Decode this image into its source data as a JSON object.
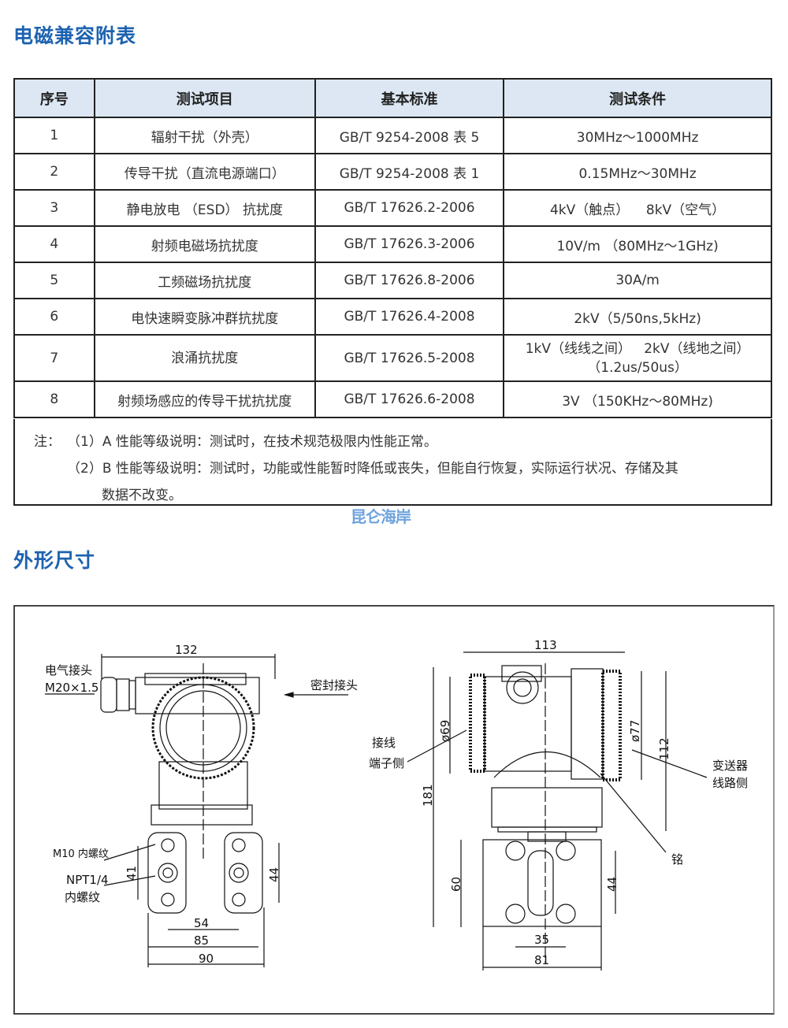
{
  "emc": {
    "title": "电磁兼容附表",
    "headers": [
      "序号",
      "测试项目",
      "基本标准",
      "测试条件"
    ],
    "rows": [
      [
        "1",
        "辐射干扰（外壳）",
        "GB/T 9254-2008 表 5",
        "30MHz～1000MHz"
      ],
      [
        "2",
        "传导干扰（直流电源端口）",
        "GB/T 9254-2008 表 1",
        "0.15MHz～30MHz"
      ],
      [
        "3",
        "静电放电 （ESD） 抗扰度",
        "GB/T 17626.2-2006",
        "4kV（触点）    8kV（空气）"
      ],
      [
        "4",
        "射频电磁场抗扰度",
        "GB/T 17626.3-2006",
        "10V/m （80MHz～1GHz)"
      ],
      [
        "5",
        "工频磁场抗扰度",
        "GB/T 17626.8-2006",
        "30A/m"
      ],
      [
        "6",
        "电快速瞬变脉冲群抗扰度",
        "GB/T 17626.4-2008",
        "2kV（5/50ns,5kHz)"
      ],
      [
        "7",
        "浪涌抗扰度",
        "GB/T 17626.5-2008",
        "1kV（线线之间）   2kV（线地之间）",
        "（1.2us/50us）"
      ],
      [
        "8",
        "射频场感应的传导干扰抗扰度",
        "GB/T 17626.6-2008",
        "3V （150KHz～80MHz)"
      ]
    ],
    "notes_prefix": "注：",
    "note1": "（1）A 性能等级说明：测试时，在技术规范极限内性能正常。",
    "note2": "（2）B 性能等级说明：测试时，功能或性能暂时降低或丧失，但能自行恢复，实际运行状况、存储及其",
    "note2_cont": "数据不改变。"
  },
  "watermark": "昆仑海岸",
  "dimensions": {
    "title": "外形尺寸",
    "front": {
      "w132": "132",
      "elec_label": "电气接头",
      "elec_thread": "M20×1.5",
      "seal": "密封接头",
      "m10": "M10 内螺纹",
      "npt": "NPT1/4",
      "npt2": "内螺纹",
      "d41": "41",
      "d44": "44",
      "d54": "54",
      "d85": "85",
      "d90": "90"
    },
    "side": {
      "w113": "113",
      "phi69": "ø69",
      "phi77": "ø77",
      "h112": "112",
      "h181": "181",
      "h60": "60",
      "d44": "44",
      "d35": "35",
      "d81": "81",
      "term1": "接线",
      "term2": "端子侧",
      "tx1": "变送器",
      "tx2": "线路侧",
      "plate": "铭"
    }
  }
}
